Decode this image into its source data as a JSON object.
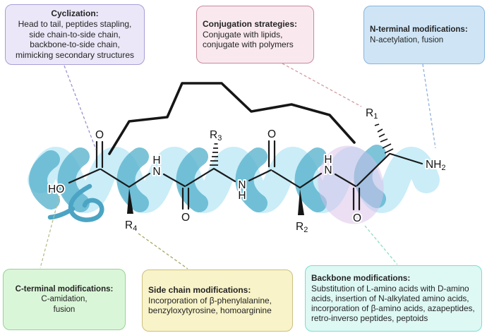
{
  "figure_title": "Peptide modification strategies diagram",
  "boxes": {
    "cyclization": {
      "title": "Cyclization:",
      "body": "Head to tail, peptides stapling, side chain-to-side chain, backbone-to-side chain, mimicking secondary structures",
      "bg": "#ebe7f8",
      "border": "#a79ed6"
    },
    "conjugation": {
      "title": "Conjugation strategies:",
      "body": "Conjugate with lipids, conjugate with polymers",
      "bg": "#f9e9ee",
      "border": "#c9899a"
    },
    "n_terminal": {
      "title": "N-terminal modifications:",
      "body": "N-acetylation, fusion",
      "bg": "#cfe5f6",
      "border": "#85b5dc"
    },
    "c_terminal": {
      "title": "C-terminal modifications:",
      "body": "C-amidation,\nfusion",
      "bg": "#daf6d8",
      "border": "#98d295"
    },
    "side_chain": {
      "title": "Side chain modifications:",
      "body": "Incorporation of β-phenylalanine, benzyloxytyrosine, homoarginine",
      "bg": "#f8f3c8",
      "border": "#cbbf83"
    },
    "backbone": {
      "title": "Backbone modifications:",
      "body": "Substitution of L-amino acids with D-amino acids, insertion of N-alkylated amino acids, incorporation of β-amino acids, azapeptides, retro-inverso peptides, peptoids",
      "bg": "#def8f4",
      "border": "#7edcd0"
    }
  },
  "structure": {
    "labels": {
      "ho": "HO",
      "o_carboxyl": "O",
      "o_amide1": "O",
      "o_amide2": "O",
      "o_amide3": "O",
      "n1_h": "H",
      "n1_n": "N",
      "n2_n": "N",
      "n2_h": "H",
      "n3_h": "H",
      "n3_n": "N",
      "r1": "R",
      "r1_sub": "1",
      "r2": "R",
      "r2_sub": "2",
      "r3": "R",
      "r3_sub": "3",
      "r4": "R",
      "r4_sub": "4",
      "nh2": "NH",
      "nh2_sub": "2"
    },
    "colors": {
      "bond": "#1a1a1a",
      "helix_light": "#a9e2f3",
      "helix_dark": "#58b3ce",
      "swirl": "#4ba4c3",
      "highlight": "#d9bfe8"
    }
  },
  "connectors": {
    "cyclization": {
      "color": "#9b92ce"
    },
    "conjugation": {
      "color": "#d59aa0"
    },
    "n_terminal": {
      "color": "#8fb0dd"
    },
    "c_terminal": {
      "color": "#b5bf8e"
    },
    "side_chain": {
      "color": "#a8a666"
    },
    "backbone": {
      "color": "#8edcc6"
    }
  }
}
